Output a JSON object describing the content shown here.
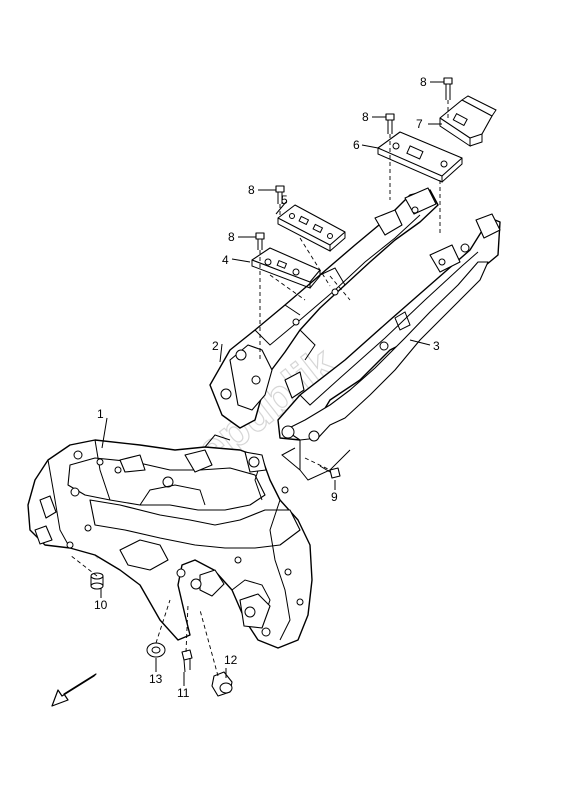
{
  "watermark": "PartsRepublik",
  "callouts": [
    {
      "id": "1",
      "text": "1"
    },
    {
      "id": "2",
      "text": "2"
    },
    {
      "id": "3",
      "text": "3"
    },
    {
      "id": "4",
      "text": "4"
    },
    {
      "id": "5",
      "text": "5"
    },
    {
      "id": "6",
      "text": "6"
    },
    {
      "id": "7",
      "text": "7"
    },
    {
      "id": "8a",
      "text": "8"
    },
    {
      "id": "8b",
      "text": "8"
    },
    {
      "id": "8c",
      "text": "8"
    },
    {
      "id": "8d",
      "text": "8"
    },
    {
      "id": "9",
      "text": "9"
    },
    {
      "id": "10",
      "text": "10"
    },
    {
      "id": "11",
      "text": "11"
    },
    {
      "id": "12",
      "text": "12"
    },
    {
      "id": "13",
      "text": "13"
    }
  ],
  "icons": {
    "front_arrow": "arrow-down-left-icon"
  }
}
